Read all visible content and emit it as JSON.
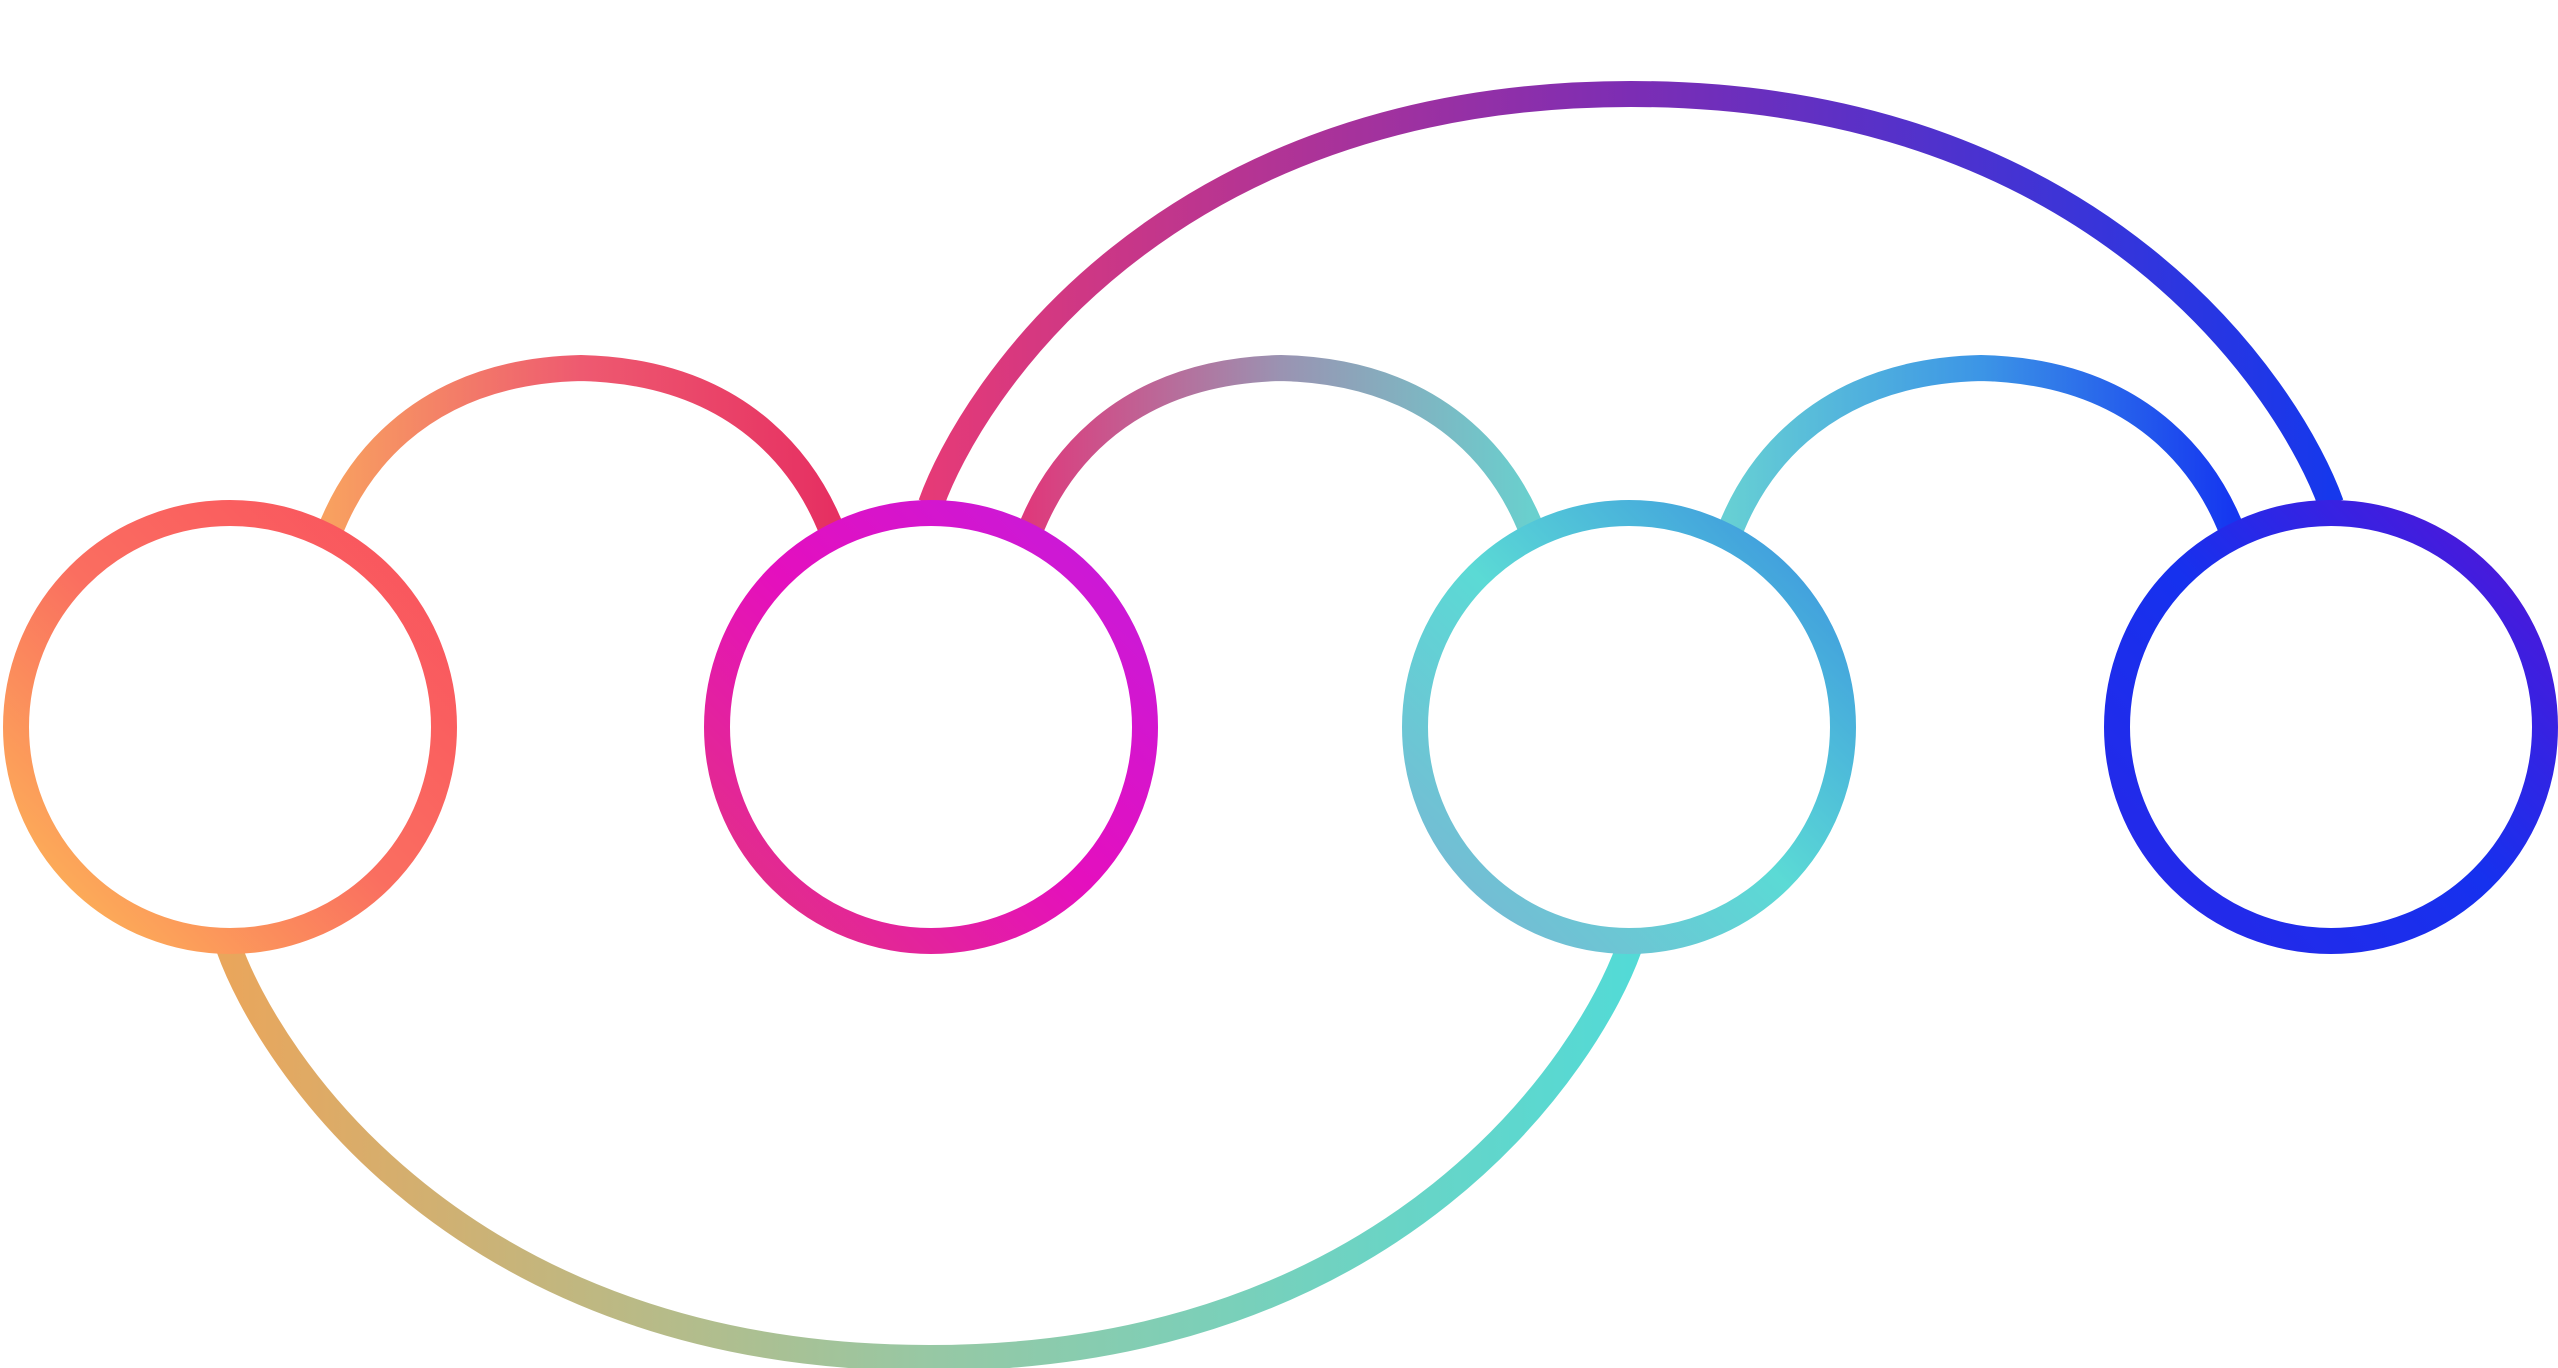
{
  "diagram": {
    "background": "#ffffff",
    "nodes": [
      {
        "id": "node-1",
        "gradient": [
          "#FDBE56",
          "#FA6E60",
          "#F9505E"
        ]
      },
      {
        "id": "node-2",
        "gradient": [
          "#E2357E",
          "#E40FBE",
          "#C41CDE"
        ]
      },
      {
        "id": "node-3",
        "gradient": [
          "#7BB4D4",
          "#5BDAD5",
          "#3A8FE0"
        ]
      },
      {
        "id": "node-4",
        "gradient": [
          "#2827E8",
          "#1631EE",
          "#5713D6"
        ]
      }
    ],
    "edges": [
      {
        "id": "edge-1-2",
        "from": "node-1",
        "to": "node-2",
        "side": "top",
        "gradient": [
          "#F8A060",
          "#EE5A70",
          "#E63062"
        ]
      },
      {
        "id": "edge-2-3",
        "from": "node-2",
        "to": "node-3",
        "side": "top",
        "gradient": [
          "#DE3A7C",
          "#9A93B2",
          "#69D0CE"
        ]
      },
      {
        "id": "edge-3-4",
        "from": "node-3",
        "to": "node-4",
        "side": "top",
        "gradient": [
          "#66CFD4",
          "#3C95E6",
          "#1537F0"
        ]
      },
      {
        "id": "edge-2-4",
        "from": "node-2",
        "to": "node-4",
        "side": "top",
        "gradient": [
          "#E53A77",
          "#7C2DB4",
          "#1638EC"
        ]
      },
      {
        "id": "edge-1-3",
        "from": "node-1",
        "to": "node-3",
        "side": "bottom",
        "gradient": [
          "#E9A65C",
          "#97C8A4",
          "#53DAD6"
        ]
      }
    ]
  }
}
